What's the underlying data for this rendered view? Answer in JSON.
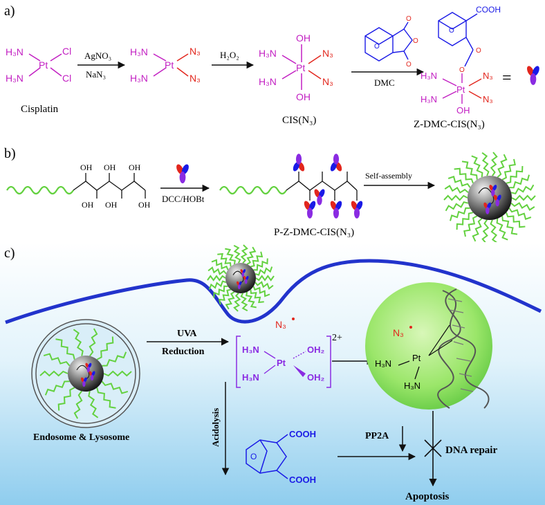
{
  "panels": {
    "a_label": "a)",
    "b_label": "b)",
    "c_label": "c)"
  },
  "colors": {
    "ligand_pink": "#c21fc2",
    "azide_red": "#e2261d",
    "dmc_blue": "#1a1ae6",
    "arrow": "#111111",
    "membrane": "#2233cc",
    "peg_green": "#63d13f",
    "sphere_green": "#8ee05a",
    "bg_blue": "#9fd4ef"
  },
  "panel_a": {
    "cisplatin": {
      "h3n_top": "H₃N",
      "h3n_bot": "H₃N",
      "pt": "Pt",
      "cl_top": "Cl",
      "cl_bot": "Cl",
      "caption": "Cisplatin"
    },
    "arrow1": {
      "top": "AgNO₃",
      "bottom": "NaN₃"
    },
    "azido": {
      "h3n_top": "H₃N",
      "h3n_bot": "H₃N",
      "pt": "Pt",
      "n3_top": "N₃",
      "n3_bot": "N₃"
    },
    "arrow2": {
      "top": "H₂O₂"
    },
    "cis_n3": {
      "oh_top": "OH",
      "oh_bot": "OH",
      "h3n_top": "H₃N",
      "h3n_bot": "H₃N",
      "pt": "Pt",
      "n3_top": "N₃",
      "n3_bot": "N₃",
      "caption": "CIS(N₃)"
    },
    "arrow3": {
      "bottom": "DMC"
    },
    "product": {
      "cooh": "COOH",
      "o": "O",
      "h3n_top": "H₃N",
      "h3n_bot": "H₃N",
      "pt": "Pt",
      "n3_top": "N₃",
      "n3_bot": "N₃",
      "oh": "OH",
      "caption": "Z-DMC-CIS(N₃)"
    },
    "equals": "="
  },
  "panel_b": {
    "oh_labels": [
      "OH",
      "OH",
      "OH",
      "OH",
      "OH",
      "OH"
    ],
    "arrow1": {
      "bottom": "DCC/HOBt"
    },
    "conjugate_caption": "P-Z-DMC-CIS(N₃)",
    "arrow2": {
      "top": "Self-assembly"
    }
  },
  "panel_c": {
    "n3_radical_1": "N₃",
    "n3_radical_2": "N₃",
    "endosome_caption": "Endosome & Lysosome",
    "uva_top": "UVA",
    "uva_bottom": "Reduction",
    "complex": {
      "h3n_top": "H₃N",
      "h3n_bot": "H₃N",
      "pt": "Pt",
      "oh2_top": "OH₂",
      "oh2_bot": "OH₂",
      "charge": "2+"
    },
    "dna_adduct": {
      "h3n_left": "H₃N",
      "h3n_bot": "H₃N",
      "pt": "Pt"
    },
    "acidolysis": "Acidolysis",
    "acid": {
      "cooh_top": "COOH",
      "cooh_bot": "COOH",
      "o": "O"
    },
    "pp2a": "PP2A",
    "dna_repair": "DNA repair",
    "apoptosis": "Apoptosis"
  }
}
